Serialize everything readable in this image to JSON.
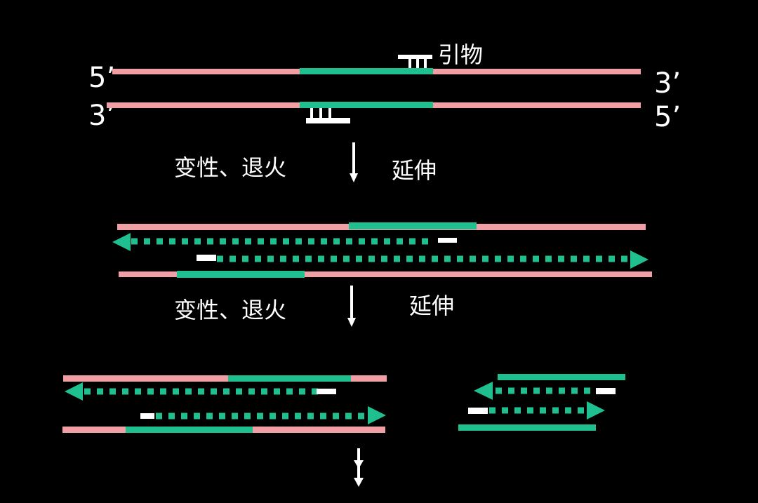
{
  "colors": {
    "background": "#000000",
    "template_strand": "#f0a0a4",
    "target_region": "#1fbf8f",
    "primer": "#ffffff",
    "new_strand": "#1fbf8f",
    "text": "#ffffff",
    "arrow": "#ffffff"
  },
  "labels": {
    "primer": "引物",
    "top_strand_left": "5’",
    "top_strand_right": "3’",
    "bottom_strand_left": "3’",
    "bottom_strand_right": "5’",
    "step1_left": "变性、退火",
    "step1_right": "延伸",
    "step2_left": "变性、退火",
    "step2_right": "延伸"
  },
  "stages": [
    {
      "name": "initial-double-strand",
      "strands": [
        "template 5’→3’ (top)",
        "template 3’→5’ (bottom)"
      ],
      "primers": 2
    },
    {
      "name": "cycle-1-extension",
      "strands": [
        "template top",
        "new strand leftward",
        "new strand rightward",
        "template bottom"
      ]
    },
    {
      "name": "cycle-2-extension",
      "groups": [
        "long products with template",
        "short target-length products"
      ]
    }
  ],
  "final_arrow": "double-down-arrow"
}
